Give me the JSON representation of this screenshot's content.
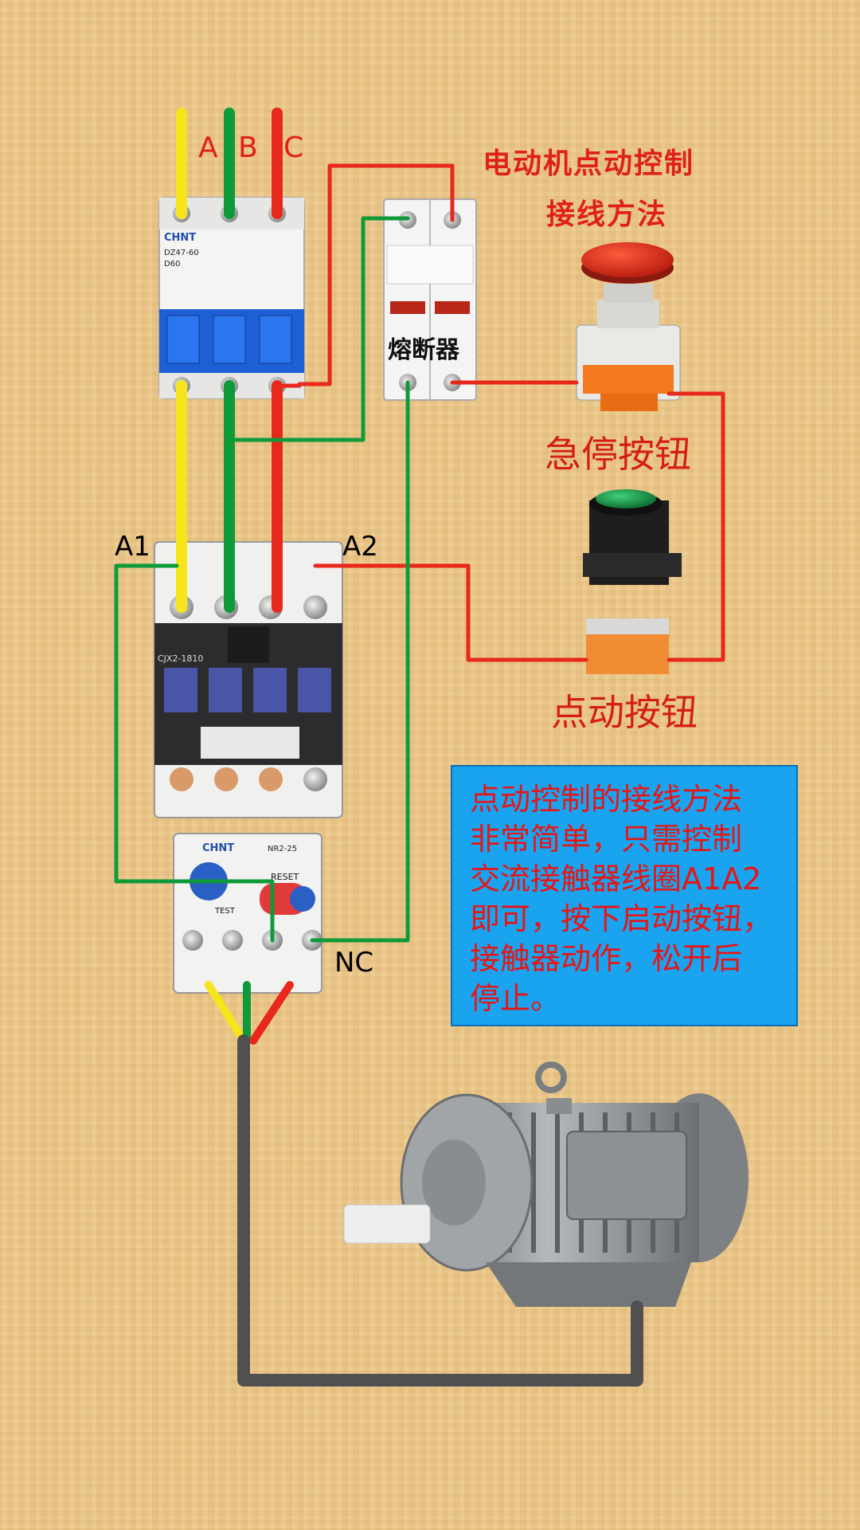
{
  "title": {
    "line1": "电动机点动控制",
    "line2": "接线方法"
  },
  "phases": [
    "A",
    "B",
    "C"
  ],
  "components": {
    "fuse_label": "熔断器",
    "estop_label": "急停按钮",
    "jog_label": "点动按钮",
    "breaker_brand": "CHNT",
    "breaker_model": "DZ47-60",
    "breaker_rating": "D60",
    "contactor_model": "CJX2-1810",
    "relay_brand": "CHNT",
    "relay_model": "NR2-25",
    "relay_reset": "RESET",
    "relay_test": "TEST"
  },
  "terminals": {
    "a1": "A1",
    "a2": "A2",
    "nc": "NC"
  },
  "info_text": [
    "点动控制的接线方法",
    "非常简单，只需控制",
    "交流接触器线圈A1A2",
    "即可，按下启动按钮，",
    "接触器动作，松开后",
    "停止。"
  ],
  "colors": {
    "phase_a": "#f5e51a",
    "phase_b": "#0f9a3a",
    "phase_c": "#e8281a",
    "motor_lead": "#505050",
    "info_bg": "#1aa3ef",
    "text_red": "#e0201a"
  }
}
